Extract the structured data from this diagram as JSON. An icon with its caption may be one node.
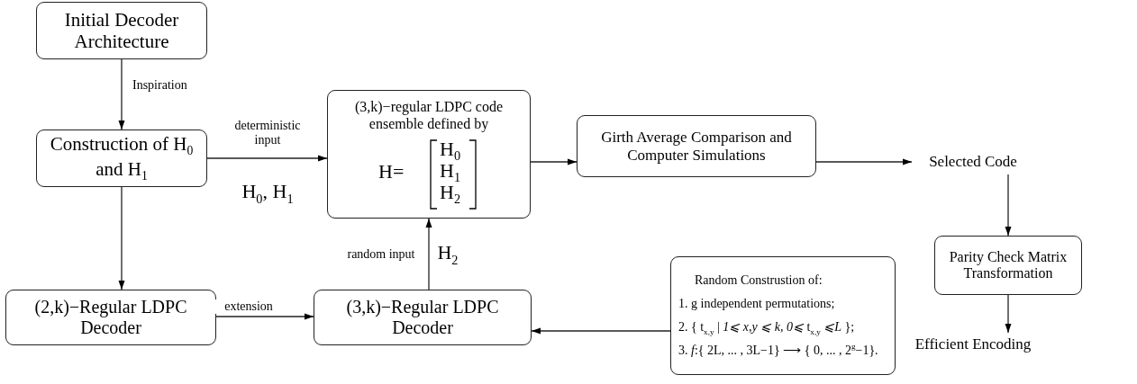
{
  "diagram": {
    "nodes": [
      {
        "text": [
          "Initial Decoder Architecture"
        ]
      },
      {
        "text": [
          "Construction of H$_{0}$ and H$_{1}$"
        ]
      },
      {
        "text": [
          "(3,k)−regular LDPC code ensemble defined by",
          "H=",
          "H$_{0}$",
          "H$_{1}$",
          "H$_{2}$"
        ]
      },
      {
        "text": [
          "Girth Average Comparison and Computer Simulations"
        ]
      },
      {
        "text": [
          "Selected Code"
        ]
      },
      {
        "text": [
          "Parity Check Matrix Transformation"
        ]
      },
      {
        "text": [
          "Efficient Encoding"
        ]
      },
      {
        "text": [
          "(2,k)−Regular LDPC Decoder"
        ]
      },
      {
        "text": [
          "(3,k)−Regular LDPC Decoder"
        ]
      },
      {
        "text": [
          "Random Construstion of:",
          "1. g independent permutations;",
          "2. { t$_{x,y}$ | *1⩽ x,y ⩽ k, 0⩽* t$_{x,y}$ *⩽L* };",
          "3. *f*:{ 2L, ... , 3L−1} ⟶ { 0, ... , 2$^{g}$−1}."
        ]
      }
    ],
    "edges": [
      {
        "from": 0,
        "to": 1,
        "arrow": "to",
        "label": "Inspiration"
      },
      {
        "from": 1,
        "to": 2,
        "arrow": "to",
        "label": "deterministic input"
      },
      {
        "from": 2,
        "to": 3,
        "arrow": "to"
      },
      {
        "from": 3,
        "to": 4,
        "arrow": "to"
      },
      {
        "from": 4,
        "to": 5,
        "arrow": "to"
      },
      {
        "from": 5,
        "to": 6,
        "arrow": "to"
      },
      {
        "from": 1,
        "to": 7,
        "arrow": "to"
      },
      {
        "from": 7,
        "to": 8,
        "arrow": "to",
        "label": "extension"
      },
      {
        "from": 8,
        "to": 2,
        "arrow": "to",
        "label": "random input"
      },
      {
        "from": 9,
        "to": 8,
        "arrow": "to"
      }
    ],
    "labels": [
      "H$_{0}$, H$_{1}$",
      "H$_{2}$"
    ]
  }
}
